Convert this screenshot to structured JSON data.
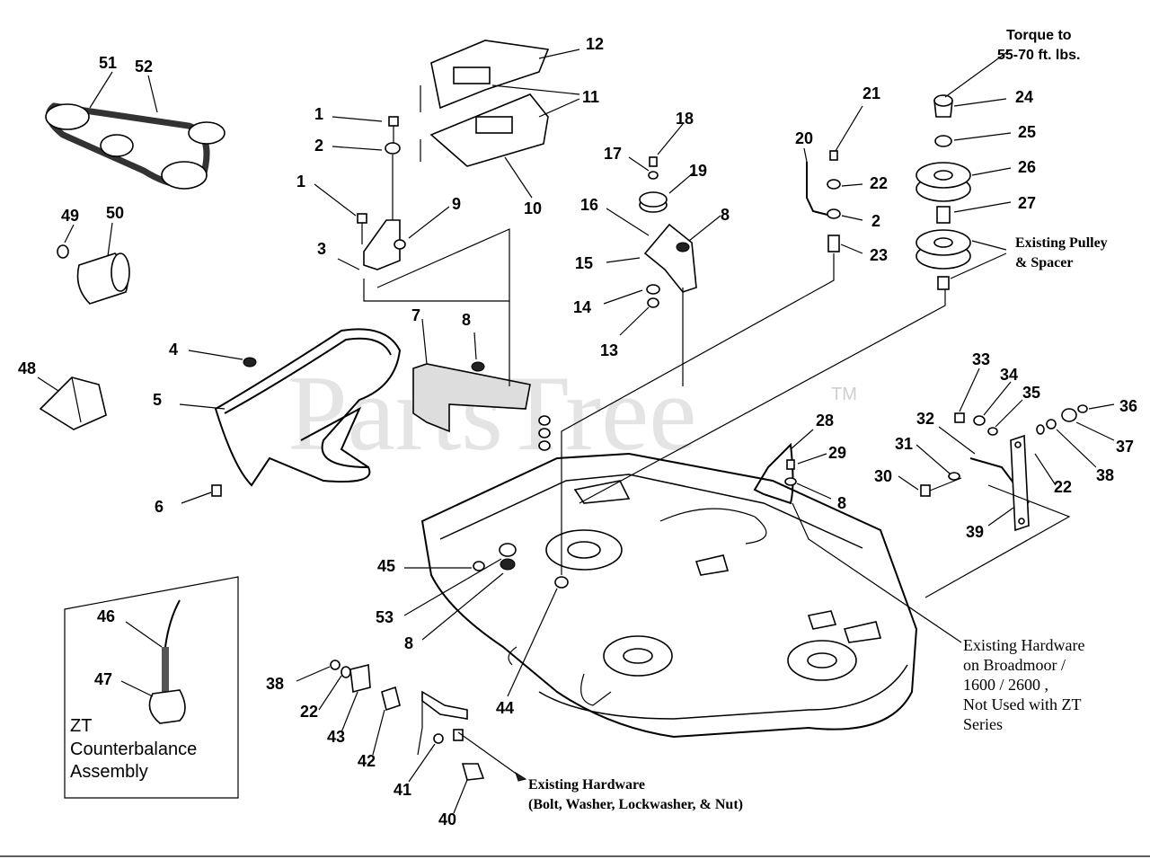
{
  "watermark": {
    "text": "PartsTree",
    "trademark": "TM"
  },
  "notes": {
    "torque_line1": "Torque to",
    "torque_line2": "55-70 ft. lbs.",
    "existing_pulley_line1": "Existing Pulley",
    "existing_pulley_line2": "& Spacer",
    "broadmoor_line1": "Existing Hardware",
    "broadmoor_line2": "on Broadmoor /",
    "broadmoor_line3": "1600 / 2600 ,",
    "broadmoor_line4": "Not Used with ZT",
    "broadmoor_line5": "Series",
    "existing_hw_line1": "Existing Hardware",
    "existing_hw_line2": "(Bolt, Washer, Lockwasher, & Nut)",
    "zt_line1": "ZT",
    "zt_line2": "Counterbalance",
    "zt_line3": "Assembly"
  },
  "callouts": {
    "c51": "51",
    "c52": "52",
    "c49": "49",
    "c50": "50",
    "c48": "48",
    "c1a": "1",
    "c2a": "2",
    "c1b": "1",
    "c3": "3",
    "c9": "9",
    "c12": "12",
    "c11": "11",
    "c10": "10",
    "c4": "4",
    "c5": "5",
    "c6": "6",
    "c7": "7",
    "c8a": "8",
    "c18": "18",
    "c17": "17",
    "c19": "19",
    "c16": "16",
    "c8b": "8",
    "c15": "15",
    "c14": "14",
    "c13": "13",
    "c21": "21",
    "c20": "20",
    "c22a": "22",
    "c2b": "2",
    "c23": "23",
    "c24": "24",
    "c25": "25",
    "c26": "26",
    "c27": "27",
    "c28": "28",
    "c29": "29",
    "c8c": "8",
    "c33": "33",
    "c34": "34",
    "c35": "35",
    "c36": "36",
    "c37": "37",
    "c38a": "38",
    "c32": "32",
    "c31": "31",
    "c30": "30",
    "c22b": "22",
    "c39": "39",
    "c45": "45",
    "c53": "53",
    "c8d": "8",
    "c44": "44",
    "c46": "46",
    "c47": "47",
    "c38b": "38",
    "c22c": "22",
    "c43": "43",
    "c42": "42",
    "c41": "41",
    "c40": "40"
  }
}
